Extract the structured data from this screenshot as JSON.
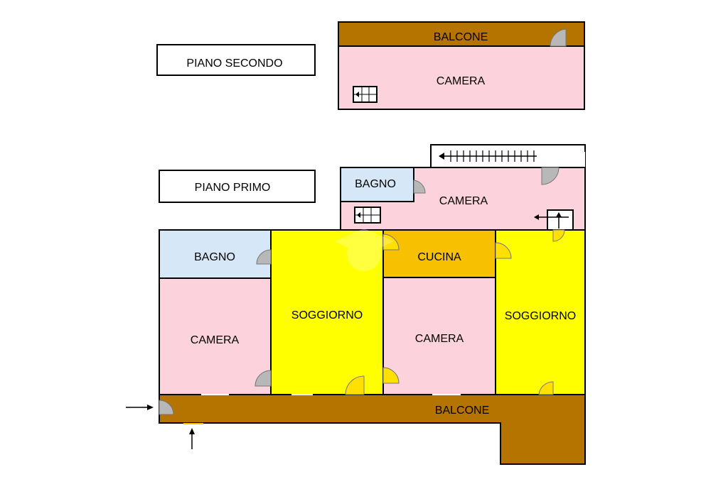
{
  "labels": {
    "piano_secondo": "PIANO SECONDO",
    "piano_primo": "PIANO PRIMO"
  },
  "rooms": {
    "balcone_top": "BALCONE",
    "camera_top": "CAMERA",
    "bagno_upper": "BAGNO",
    "camera_upper": "CAMERA",
    "bagno_left": "BAGNO",
    "camera_left": "CAMERA",
    "soggiorno_center": "SOGGIORNO",
    "cucina": "CUCINA",
    "camera_center": "CAMERA",
    "soggiorno_right": "SOGGIORNO",
    "balcone_bottom": "BALCONE"
  },
  "colors": {
    "balcone": "#b57300",
    "camera": "#fcd3dc",
    "bagno": "#d6e8f7",
    "soggiorno": "#ffff00",
    "cucina": "#f7c000",
    "door": "#b8b8b8",
    "wall": "#000000"
  }
}
